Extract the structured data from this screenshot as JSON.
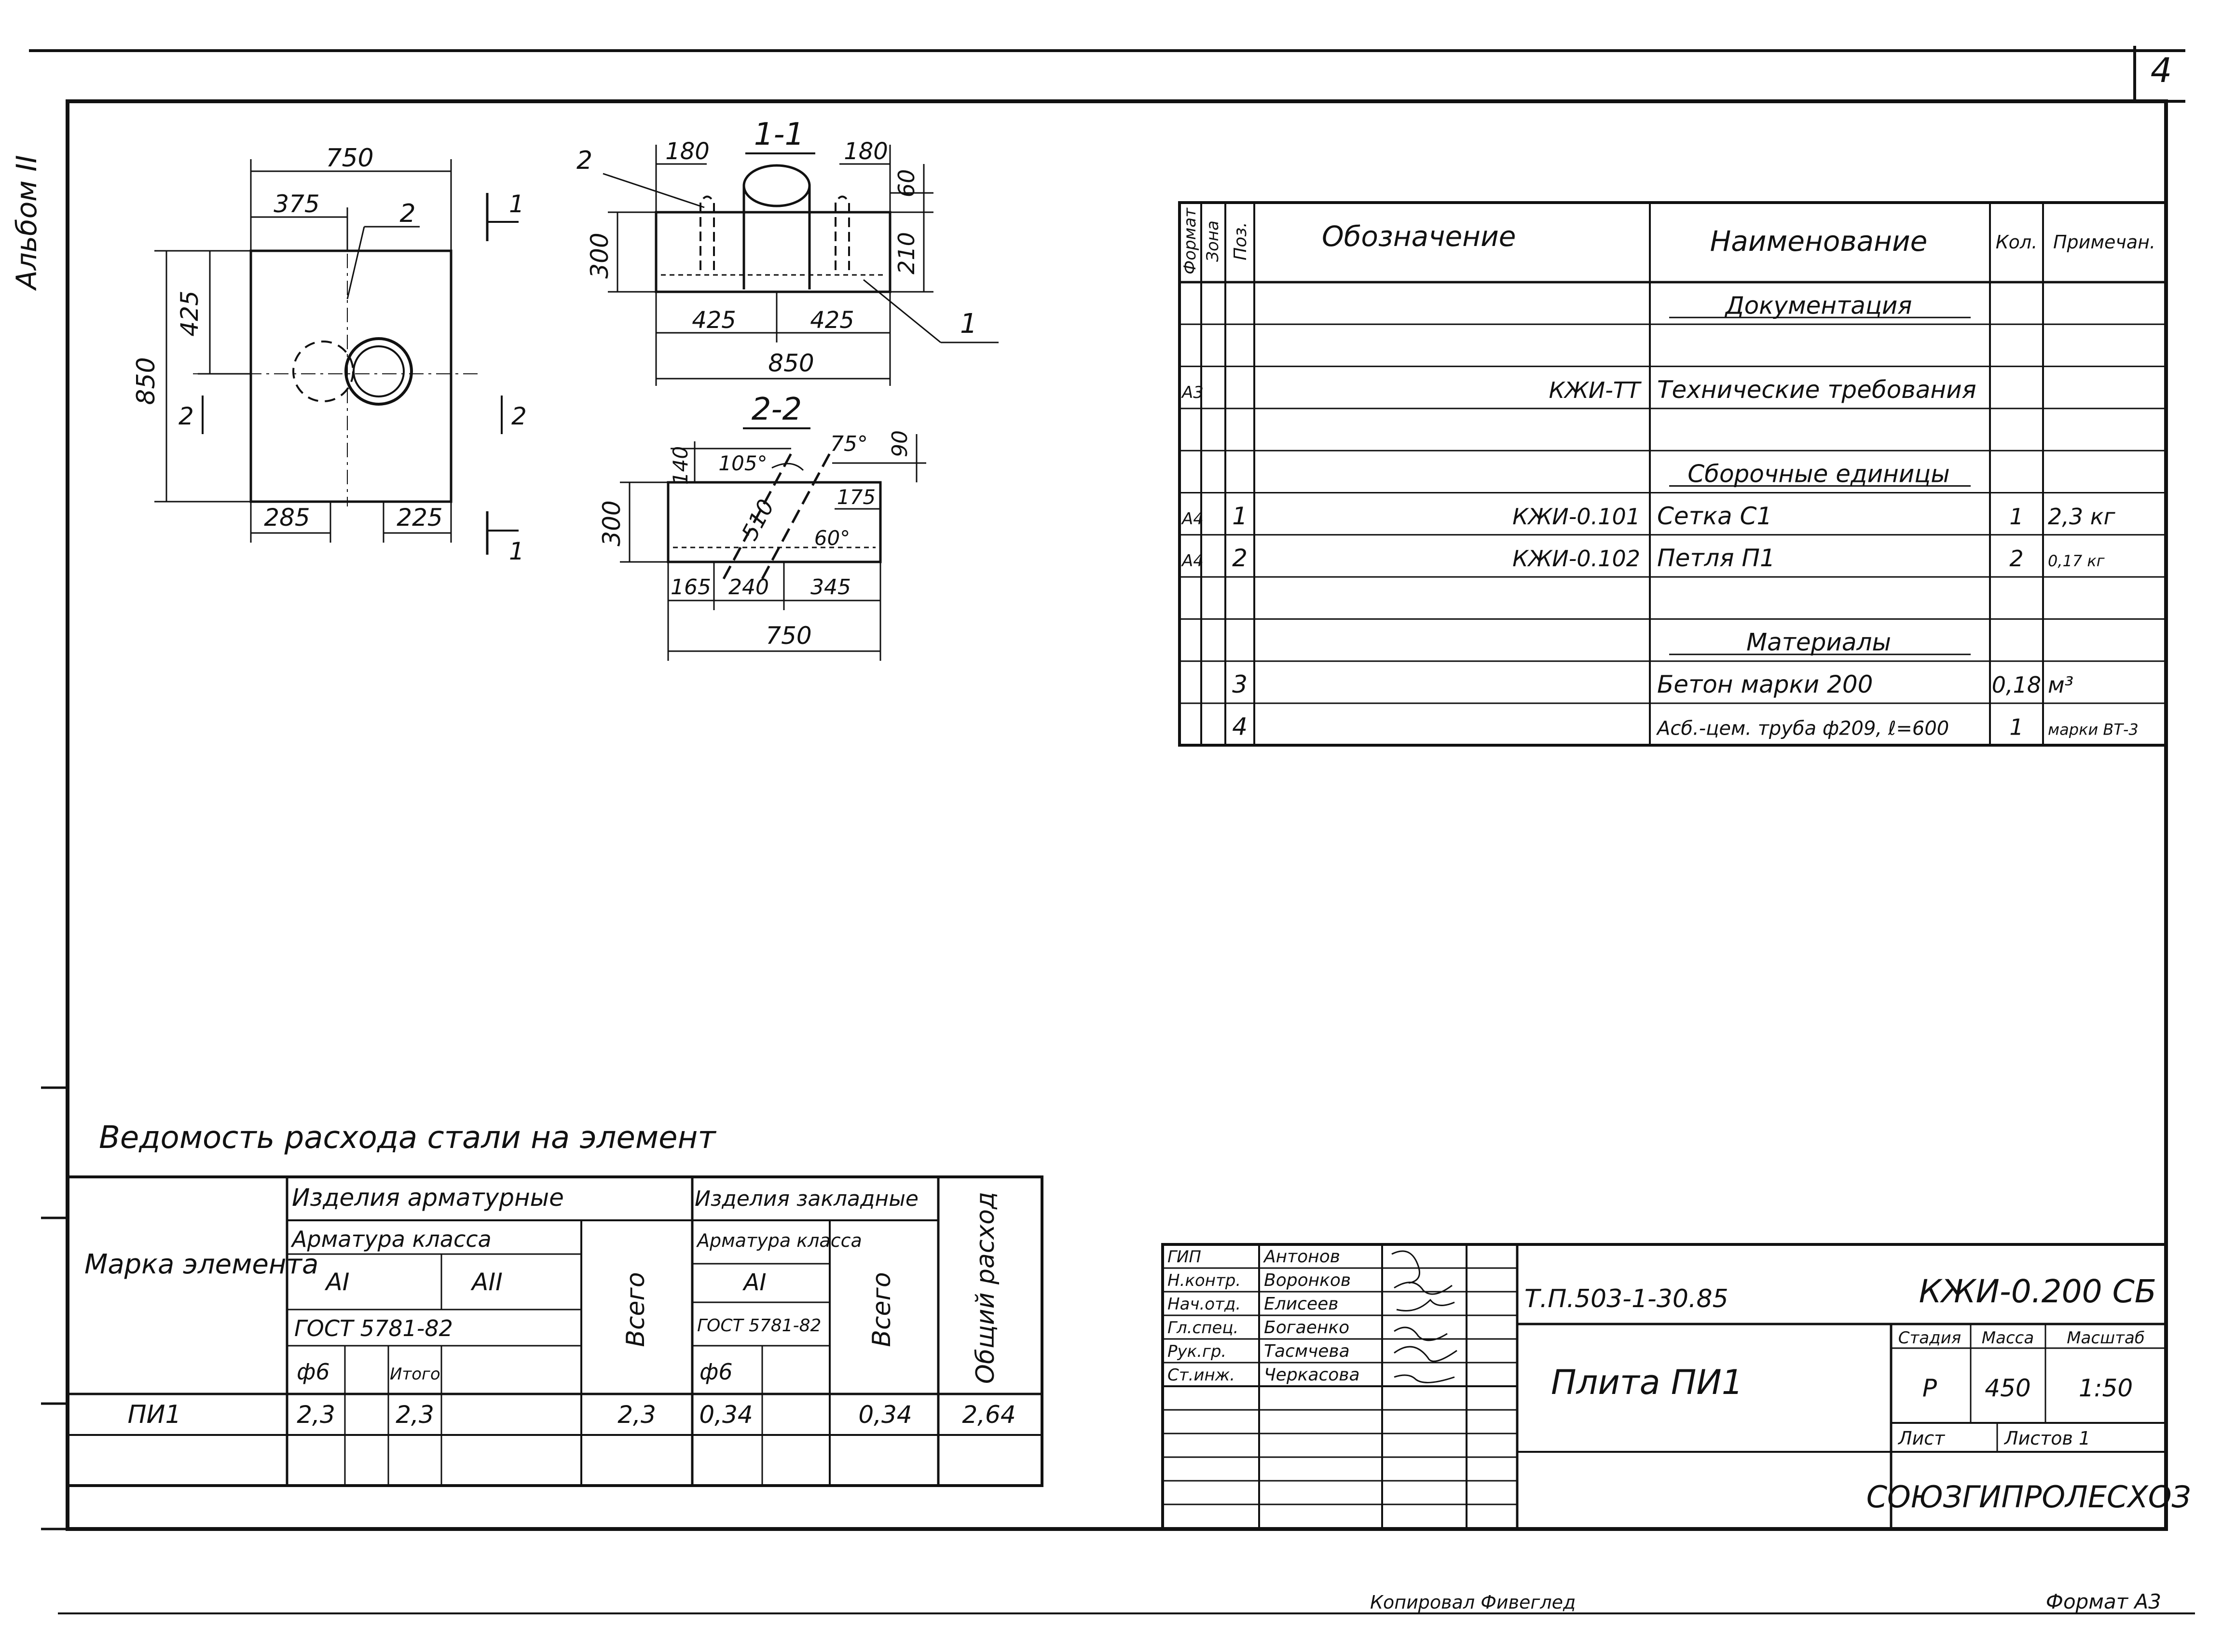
{
  "sheet_number": "4",
  "side_label": "Альбом II",
  "plan": {
    "dims": {
      "width": "750",
      "half": "375",
      "height": "850",
      "upper": "425",
      "left_bottom": "285",
      "right_bottom": "225"
    },
    "section_marks": [
      "1",
      "1",
      "2",
      "2"
    ],
    "callout_2": "2"
  },
  "section_1": {
    "title": "1-1",
    "dims": {
      "left_top": "180",
      "right_top": "180",
      "top_small": "60",
      "height": "300",
      "inner_height": "210",
      "left_half": "425",
      "right_half": "425",
      "total": "850"
    },
    "callouts": [
      "2",
      "1"
    ]
  },
  "section_2": {
    "title": "2-2",
    "dims": {
      "left_small": "140",
      "height": "300",
      "angle_105": "105°",
      "angle_75": "75°",
      "right_small": "90",
      "diag": "510",
      "right_offset": "175",
      "angle_60": "60°",
      "seg1": "165",
      "seg2": "240",
      "seg3": "345",
      "total": "750"
    }
  },
  "spec_table": {
    "headers": {
      "format": "Формат",
      "zone": "Зона",
      "pos": "Поз.",
      "designation": "Обозначение",
      "name": "Наименование",
      "qty": "Кол.",
      "note": "Примечан."
    },
    "rows": [
      {
        "format": "",
        "pos": "",
        "designation": "",
        "name": "Документация",
        "qty": "",
        "note": "",
        "section": true
      },
      {
        "format": "",
        "pos": "",
        "designation": "",
        "name": "",
        "qty": "",
        "note": ""
      },
      {
        "format": "А3",
        "pos": "",
        "designation": "КЖИ-ТТ",
        "name": "Технические требования",
        "qty": "",
        "note": ""
      },
      {
        "format": "",
        "pos": "",
        "designation": "",
        "name": "",
        "qty": "",
        "note": ""
      },
      {
        "format": "",
        "pos": "",
        "designation": "",
        "name": "Сборочные единицы",
        "qty": "",
        "note": "",
        "section": true
      },
      {
        "format": "А4",
        "pos": "1",
        "designation": "КЖИ-0.101",
        "name": "Сетка С1",
        "qty": "1",
        "note": "2,3 кг"
      },
      {
        "format": "А4",
        "pos": "2",
        "designation": "КЖИ-0.102",
        "name": "Петля П1",
        "qty": "2",
        "note": "0,17 кг"
      },
      {
        "format": "",
        "pos": "",
        "designation": "",
        "name": "",
        "qty": "",
        "note": ""
      },
      {
        "format": "",
        "pos": "",
        "designation": "",
        "name": "Материалы",
        "qty": "",
        "note": "",
        "section": true
      },
      {
        "format": "",
        "pos": "3",
        "designation": "",
        "name": "Бетон марки 200",
        "qty": "0,18",
        "note": "м³"
      },
      {
        "format": "",
        "pos": "4",
        "designation": "",
        "name": "Асб.-цем. труба ф209, ℓ=600",
        "qty": "1",
        "note": "марки ВТ-3"
      }
    ]
  },
  "steel": {
    "title": "Ведомость расхода стали на элемент",
    "h_mark": "Марка элемента",
    "h_arm": "Изделия арматурные",
    "h_arm_class": "Арматура класса",
    "h_ai": "АI",
    "h_aii": "АII",
    "h_gost": "ГОСТ 5781-82",
    "h_d6": "ф6",
    "h_itogo": "Итого",
    "h_vsego": "Всего",
    "h_emb": "Изделия закладные",
    "h_emb_class": "Арматура класса",
    "h_emb_ai": "АI",
    "h_emb_gost": "ГОСТ 5781-82",
    "h_emb_d6": "ф6",
    "h_emb_vsego": "Всего",
    "h_total": "Общий расход",
    "row": {
      "mark": "ПИ1",
      "d6": "2,3",
      "itogo": "2,3",
      "vsego": "2,3",
      "emb_d6": "0,34",
      "emb_vsego": "0,34",
      "total": "2,64"
    }
  },
  "stamp": {
    "people": [
      {
        "role": "ГИП",
        "name": "Антонов"
      },
      {
        "role": "Н.контр.",
        "name": "Воронков"
      },
      {
        "role": "Нач.отд.",
        "name": "Елисеев"
      },
      {
        "role": "Гл.спец.",
        "name": "Богаенко"
      },
      {
        "role": "Рук.гр.",
        "name": "Тасмчева"
      },
      {
        "role": "Ст.инж.",
        "name": "Черкасова"
      }
    ],
    "project": "Т.П.503-1-30.85",
    "code": "КЖИ-0.200 СБ",
    "title": "Плита ПИ1",
    "stage_label": "Стадия",
    "mass_label": "Масса",
    "scale_label": "Масштаб",
    "stage": "Р",
    "mass": "450",
    "scale": "1:50",
    "sheet_label": "Лист",
    "sheets_label": "Листов 1",
    "org": "СОЮЗГИПРОЛЕСХОЗ"
  },
  "footer": {
    "copied": "Копировал Фивеглед",
    "format": "Формат А3"
  }
}
